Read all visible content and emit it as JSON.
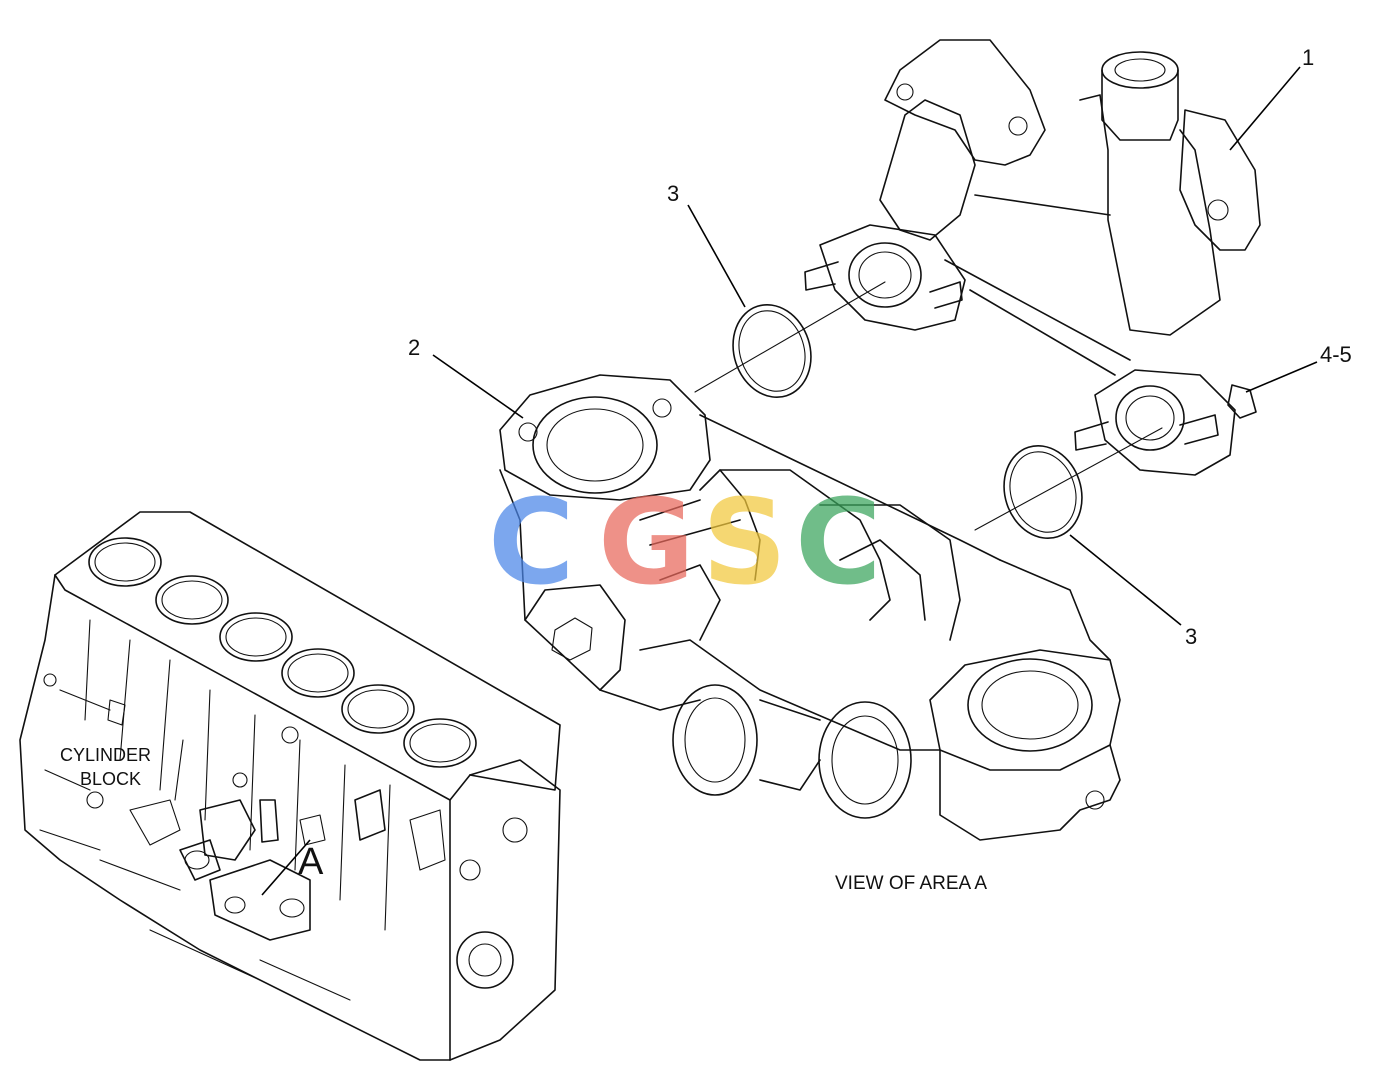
{
  "callouts": {
    "c1": "1",
    "c2": "2",
    "c3_top": "3",
    "c3_bottom": "3",
    "c45": "4-5"
  },
  "labels": {
    "block_line1": "CYLINDER",
    "block_line2": "BLOCK",
    "area_marker": "A",
    "view_caption": "VIEW OF AREA  A"
  },
  "watermark": {
    "letters": [
      "C",
      "G",
      "S",
      "C"
    ],
    "colors": [
      "#4a86e8",
      "#e8675b",
      "#f2c83c",
      "#3aa55c"
    ]
  }
}
